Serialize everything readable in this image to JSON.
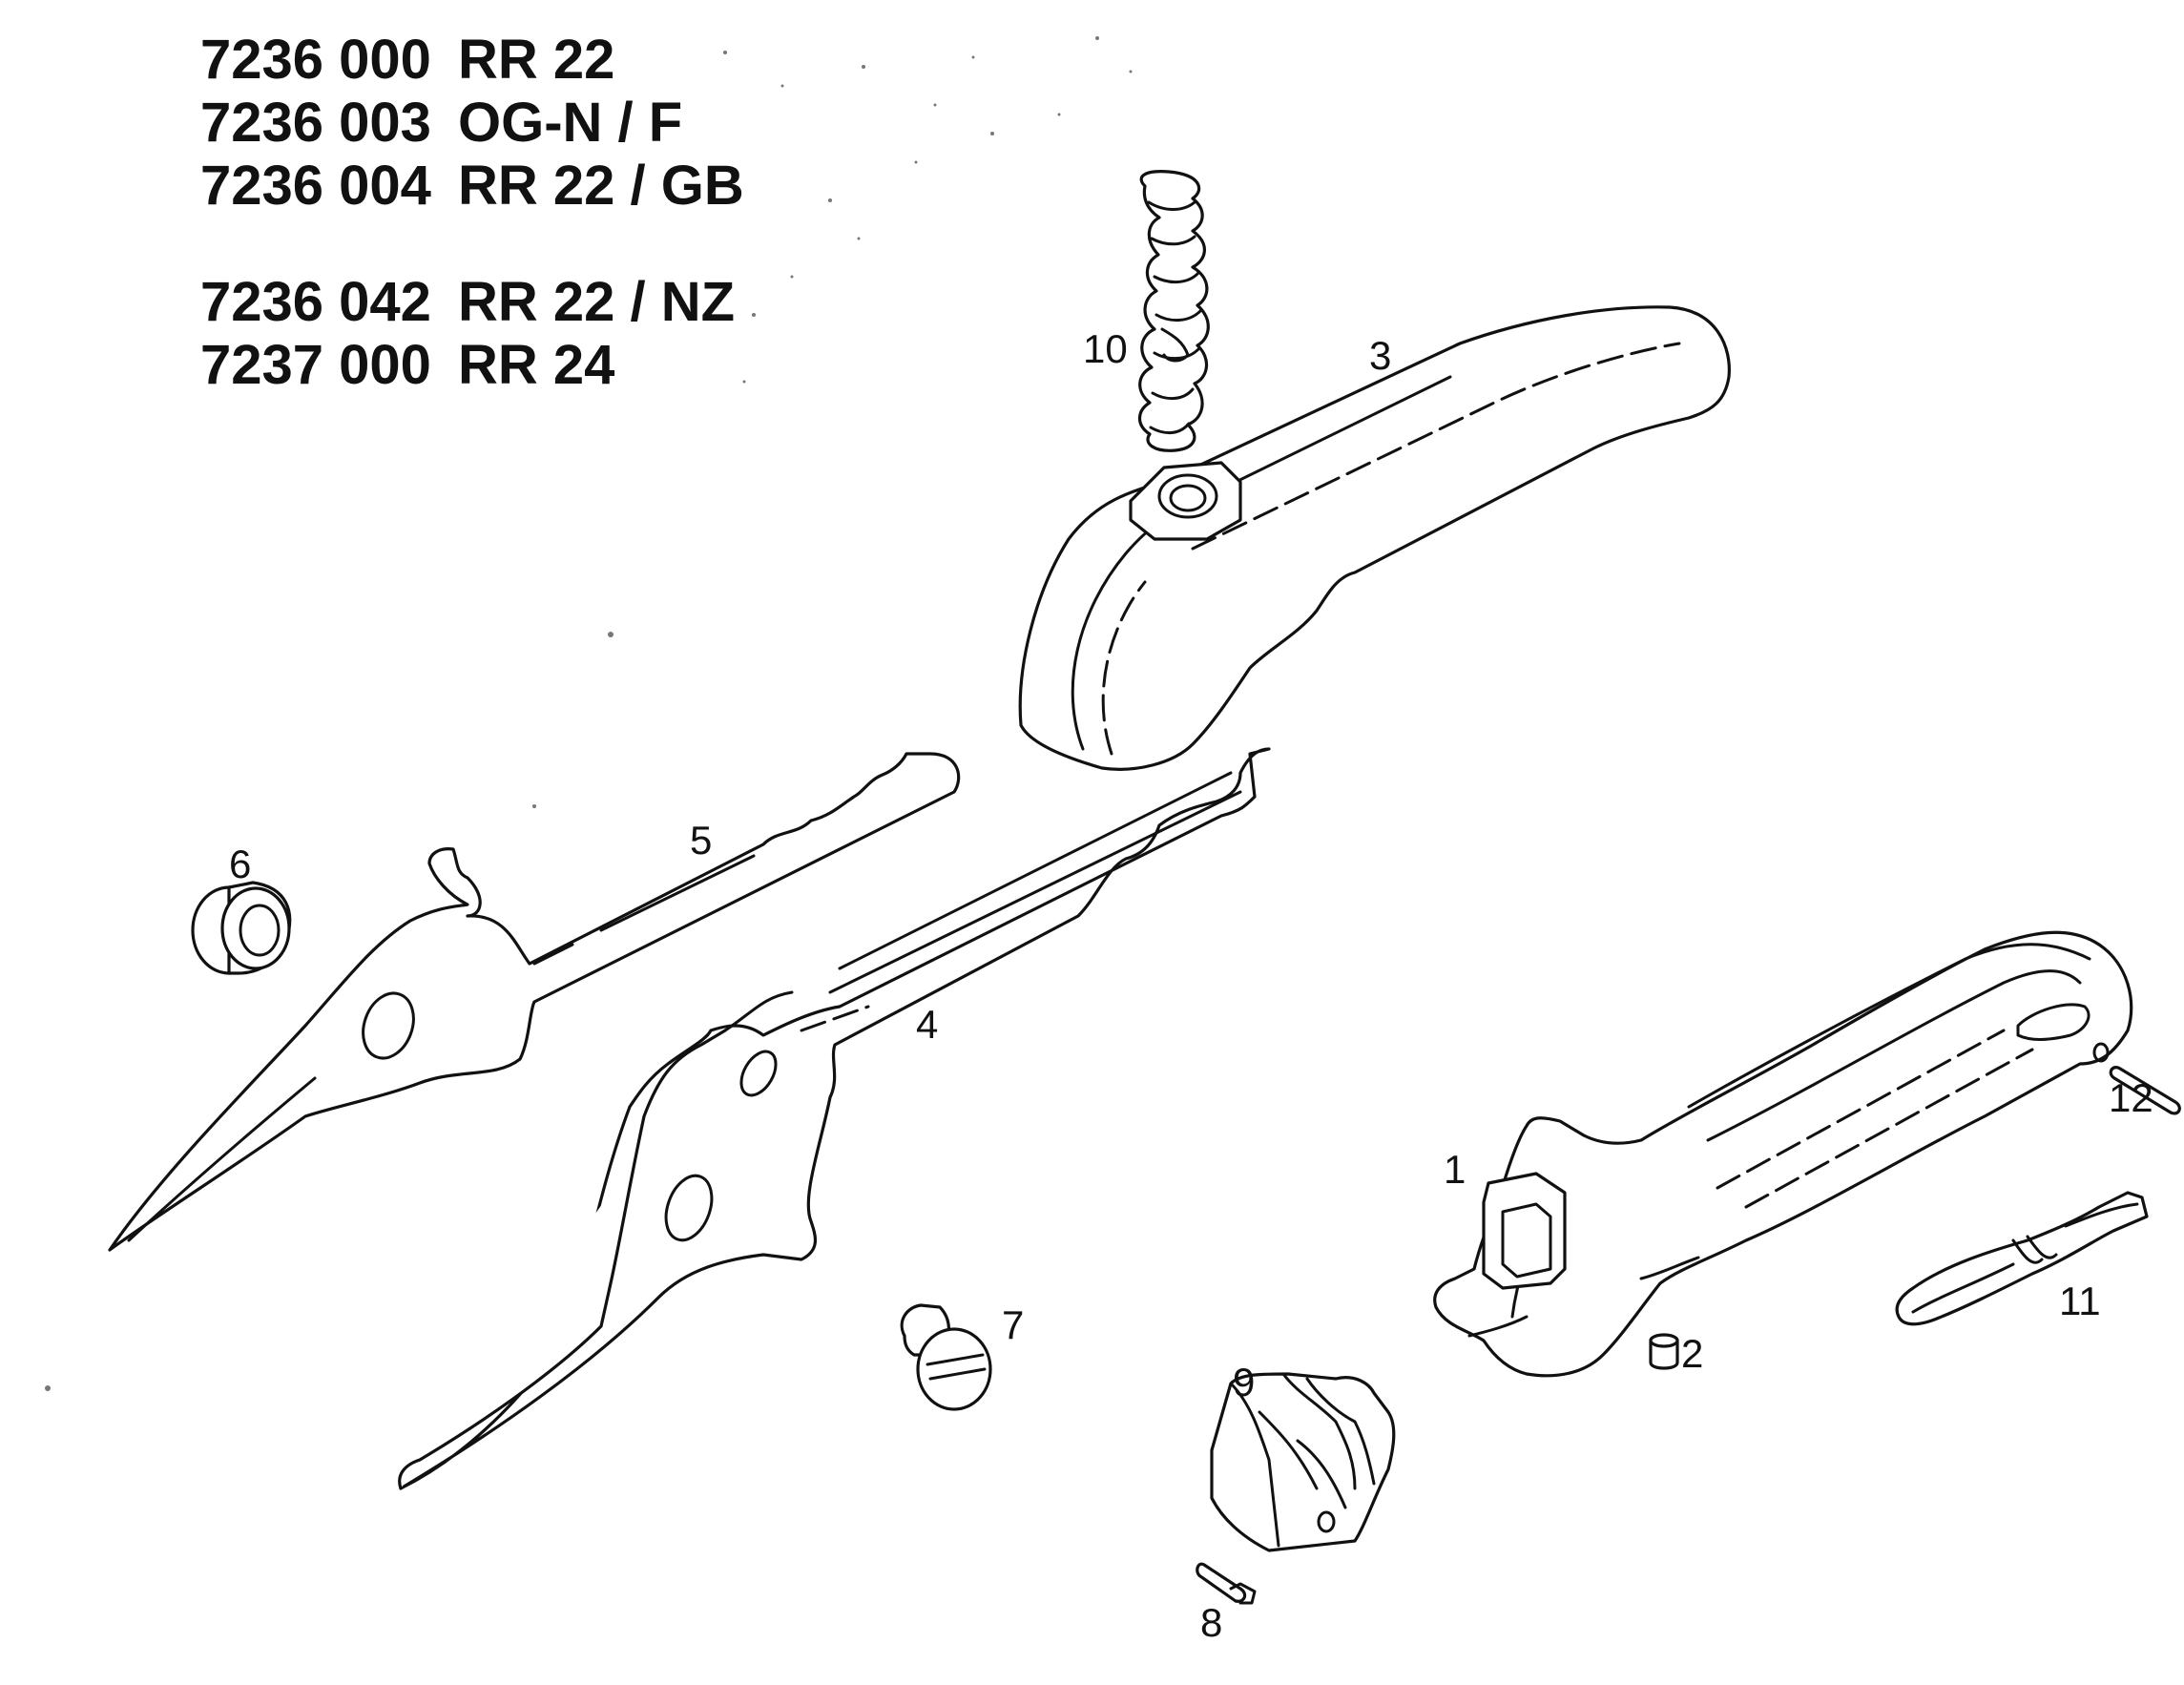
{
  "model_list": [
    {
      "code": "7236 000",
      "name": "RR 22"
    },
    {
      "code": "7236 003",
      "name": "OG-N / F"
    },
    {
      "code": "7236 004",
      "name": "RR 22 / GB"
    },
    {
      "code": "7236 042",
      "name": "RR 22 / NZ"
    },
    {
      "code": "7237 000",
      "name": "RR 24"
    }
  ],
  "parts": {
    "p1": "1",
    "p2": "2",
    "p3": "3",
    "p4": "4",
    "p5": "5",
    "p6": "6",
    "p7": "7",
    "p8": "8",
    "p9": "9",
    "p10": "10",
    "p11": "11",
    "p12": "12"
  }
}
